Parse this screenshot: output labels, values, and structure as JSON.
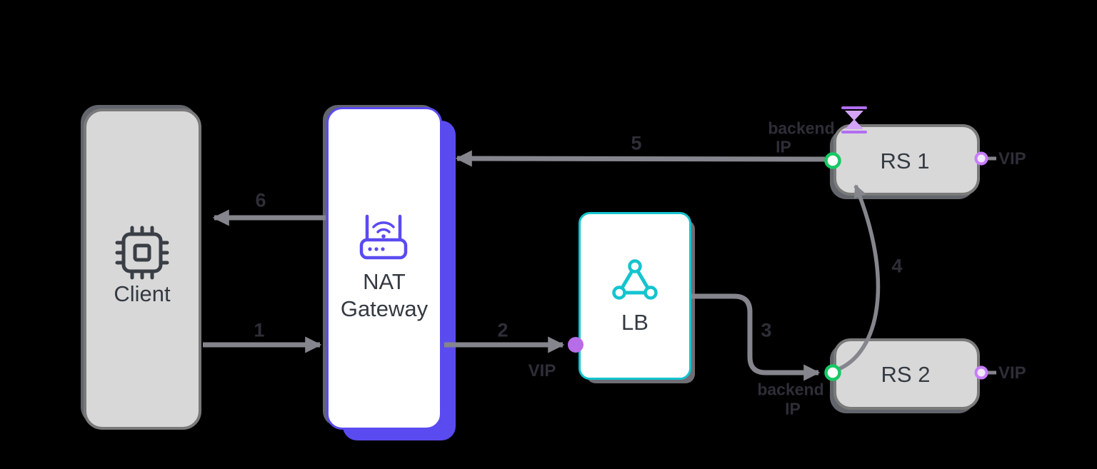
{
  "diagram": {
    "nodes": {
      "client": {
        "label": "Client",
        "icon": "cpu-chip-icon"
      },
      "nat_gateway": {
        "label_line1": "NAT",
        "label_line2": "Gateway",
        "icon": "wifi-router-icon"
      },
      "load_balancer": {
        "label": "LB",
        "icon": "node-triangle-icon"
      },
      "rs1": {
        "label": "RS 1",
        "status_icon": "hourglass-icon"
      },
      "rs2": {
        "label": "RS 2"
      }
    },
    "ports": {
      "lb_vip": {
        "label": "VIP"
      },
      "rs1_in": {
        "label_line1": "backend",
        "label_line2": "IP"
      },
      "rs1_out": {
        "label": "VIP"
      },
      "rs2_in": {
        "label_line1": "backend",
        "label_line2": "IP"
      },
      "rs2_out": {
        "label": "VIP"
      }
    },
    "steps": {
      "step1": "1",
      "step2": "2",
      "step3": "3",
      "step4": "4",
      "step5": "5",
      "step6": "6"
    },
    "colors": {
      "background": "#000000",
      "violet_accent": "#5a4bf0",
      "teal_accent": "#14c4cf",
      "box_fill": "#d8d8d8",
      "box_border": "#7a7a7a",
      "edge_gray": "#85858d",
      "step_text": "#2e2e38",
      "node_text": "#343a42",
      "green_port": "#17c964",
      "purple_dot": "#b76ce8",
      "light_purple_port": "#c77dff"
    }
  }
}
